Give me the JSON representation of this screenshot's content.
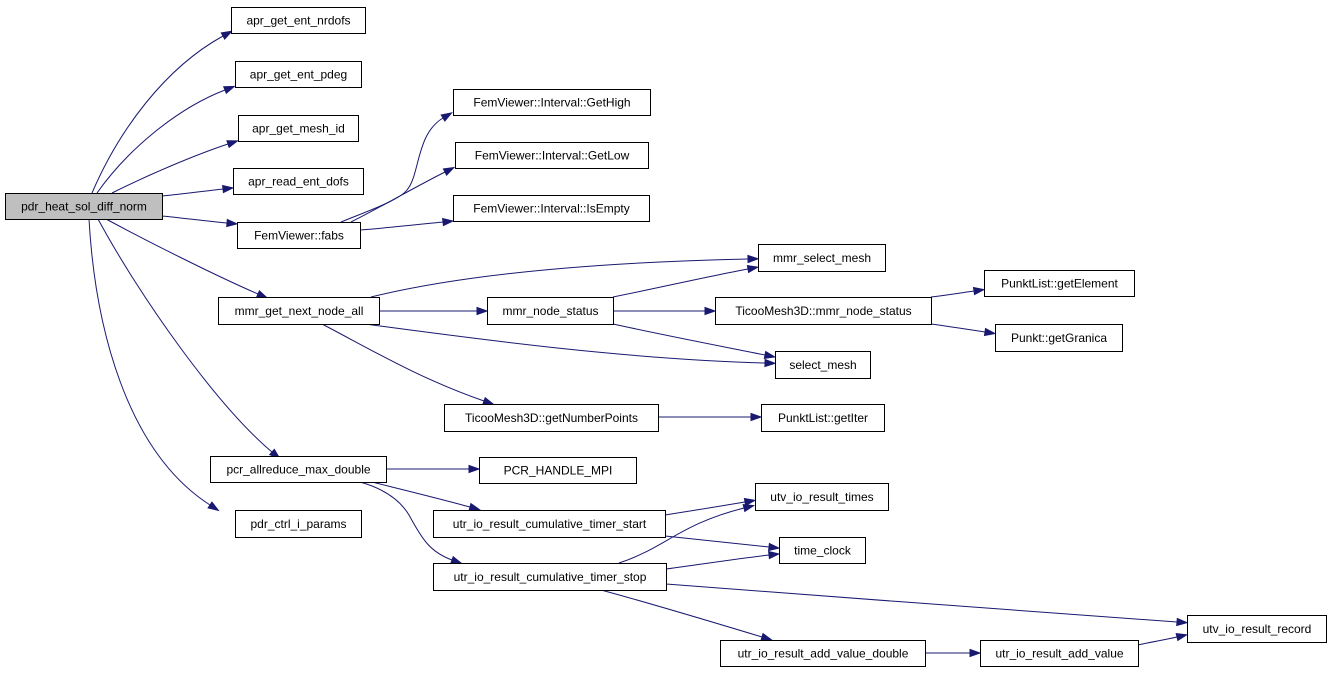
{
  "root": "pdr_heat_sol_diff_norm",
  "nodes": [
    {
      "id": "n0",
      "label": "pdr_heat_sol_diff_norm",
      "root": true
    },
    {
      "id": "n1",
      "label": "apr_get_ent_nrdofs"
    },
    {
      "id": "n2",
      "label": "apr_get_ent_pdeg"
    },
    {
      "id": "n3",
      "label": "apr_get_mesh_id"
    },
    {
      "id": "n4",
      "label": "apr_read_ent_dofs"
    },
    {
      "id": "n5",
      "label": "FemViewer::fabs"
    },
    {
      "id": "n6",
      "label": "FemViewer::Interval::GetHigh"
    },
    {
      "id": "n7",
      "label": "FemViewer::Interval::GetLow"
    },
    {
      "id": "n8",
      "label": "FemViewer::Interval::IsEmpty"
    },
    {
      "id": "n9",
      "label": "mmr_get_next_node_all"
    },
    {
      "id": "n10",
      "label": "mmr_select_mesh"
    },
    {
      "id": "n11",
      "label": "mmr_node_status"
    },
    {
      "id": "n12",
      "label": "TicooMesh3D::mmr_node_status"
    },
    {
      "id": "n13",
      "label": "PunktList::getElement"
    },
    {
      "id": "n14",
      "label": "Punkt::getGranica"
    },
    {
      "id": "n15",
      "label": "select_mesh"
    },
    {
      "id": "n16",
      "label": "TicooMesh3D::getNumberPoints"
    },
    {
      "id": "n17",
      "label": "PunktList::getIter"
    },
    {
      "id": "n18",
      "label": "pcr_allreduce_max_double"
    },
    {
      "id": "n19",
      "label": "PCR_HANDLE_MPI"
    },
    {
      "id": "n20",
      "label": "utv_io_result_times"
    },
    {
      "id": "n21",
      "label": "utr_io_result_cumulative_timer_start"
    },
    {
      "id": "n22",
      "label": "time_clock"
    },
    {
      "id": "n23",
      "label": "utr_io_result_cumulative_timer_stop"
    },
    {
      "id": "n24",
      "label": "pdr_ctrl_i_params"
    },
    {
      "id": "n25",
      "label": "utv_io_result_record"
    },
    {
      "id": "n26",
      "label": "utr_io_result_add_value_double"
    },
    {
      "id": "n27",
      "label": "utr_io_result_add_value"
    }
  ],
  "edges": [
    [
      "n0",
      "n1"
    ],
    [
      "n0",
      "n2"
    ],
    [
      "n0",
      "n3"
    ],
    [
      "n0",
      "n4"
    ],
    [
      "n0",
      "n5"
    ],
    [
      "n0",
      "n9"
    ],
    [
      "n0",
      "n18"
    ],
    [
      "n0",
      "n24"
    ],
    [
      "n5",
      "n6"
    ],
    [
      "n5",
      "n7"
    ],
    [
      "n5",
      "n8"
    ],
    [
      "n9",
      "n10"
    ],
    [
      "n9",
      "n11"
    ],
    [
      "n9",
      "n15"
    ],
    [
      "n9",
      "n16"
    ],
    [
      "n11",
      "n10"
    ],
    [
      "n11",
      "n12"
    ],
    [
      "n11",
      "n15"
    ],
    [
      "n12",
      "n13"
    ],
    [
      "n12",
      "n14"
    ],
    [
      "n16",
      "n17"
    ],
    [
      "n18",
      "n19"
    ],
    [
      "n18",
      "n21"
    ],
    [
      "n18",
      "n23"
    ],
    [
      "n21",
      "n20"
    ],
    [
      "n21",
      "n22"
    ],
    [
      "n23",
      "n20"
    ],
    [
      "n23",
      "n22"
    ],
    [
      "n23",
      "n25"
    ],
    [
      "n23",
      "n26"
    ],
    [
      "n26",
      "n27"
    ],
    [
      "n27",
      "n25"
    ]
  ]
}
